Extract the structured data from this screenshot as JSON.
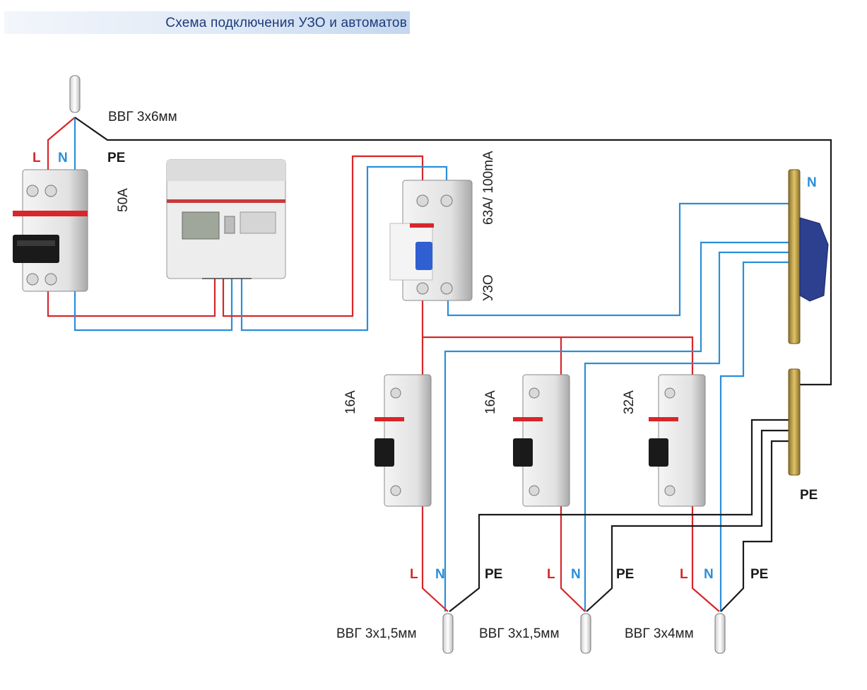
{
  "title": "Схема подключения УЗО и автоматов",
  "input_cable": "ВВГ 3х6мм",
  "main_breaker": {
    "rating": "50А"
  },
  "rcd": {
    "rating": "63А/ 100mA",
    "name": "УЗО"
  },
  "wire_labels": {
    "L": "L",
    "N": "N",
    "PE": "PE"
  },
  "bus_labels": {
    "n_bus": "N",
    "pe_bus": "PE"
  },
  "branch_breakers": [
    {
      "rating": "16А"
    },
    {
      "rating": "16А"
    },
    {
      "rating": "32А"
    }
  ],
  "output_cables": [
    {
      "label": "ВВГ 3х1,5мм"
    },
    {
      "label": "ВВГ 3х1,5мм"
    },
    {
      "label": "ВВГ 3х4мм"
    }
  ],
  "colors": {
    "phase": "#d8262a",
    "neutral": "#2a8fd8",
    "earth": "#1a1a1a",
    "device_body": "#e8e8e8",
    "bus_bar": "#c8a94a",
    "bus_holder": "#2d3f8f",
    "rcd_toggle": "#2f5fd0"
  }
}
